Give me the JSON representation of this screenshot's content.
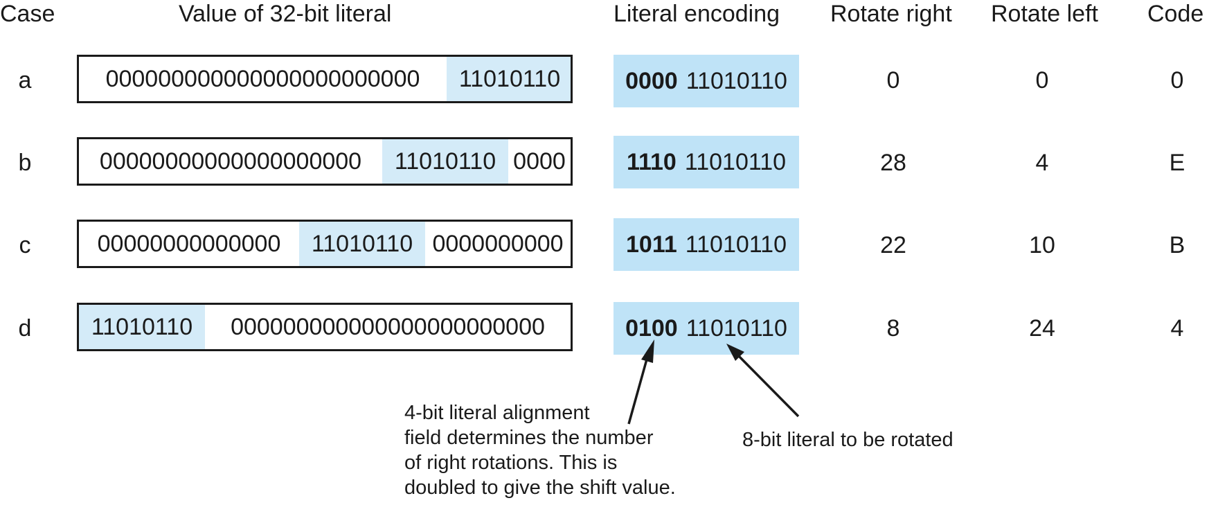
{
  "headers": {
    "case": "Case",
    "value": "Value of 32-bit literal",
    "encoding": "Literal encoding",
    "rotate_right": "Rotate right",
    "rotate_left": "Rotate left",
    "code": "Code"
  },
  "rows": [
    {
      "case": "a",
      "segments": [
        {
          "text": "000000000000000000000000",
          "highlight": false
        },
        {
          "text": "11010110",
          "highlight": true
        }
      ],
      "align_bits": "0000",
      "literal_bits": "11010110",
      "rotate_right": "0",
      "rotate_left": "0",
      "code": "0"
    },
    {
      "case": "b",
      "segments": [
        {
          "text": "00000000000000000000",
          "highlight": false
        },
        {
          "text": "11010110",
          "highlight": true
        },
        {
          "text": "0000",
          "highlight": false
        }
      ],
      "align_bits": "1110",
      "literal_bits": "11010110",
      "rotate_right": "28",
      "rotate_left": "4",
      "code": "E"
    },
    {
      "case": "c",
      "segments": [
        {
          "text": "00000000000000",
          "highlight": false
        },
        {
          "text": "11010110",
          "highlight": true
        },
        {
          "text": "0000000000",
          "highlight": false
        }
      ],
      "align_bits": "1011",
      "literal_bits": "11010110",
      "rotate_right": "22",
      "rotate_left": "10",
      "code": "B"
    },
    {
      "case": "d",
      "segments": [
        {
          "text": "11010110",
          "highlight": true
        },
        {
          "text": "000000000000000000000000",
          "highlight": false
        }
      ],
      "align_bits": "0100",
      "literal_bits": "11010110",
      "rotate_right": "8",
      "rotate_left": "24",
      "code": "4"
    }
  ],
  "annotations": {
    "alignment_note": [
      "4-bit literal  alignment",
      "field determines the number",
      "of right rotations. This is",
      "doubled to give the shift value."
    ],
    "literal_note": "8-bit literal to be rotated"
  },
  "colors": {
    "box_highlight": "#d4ebf8",
    "encoding_fill": "#bfe3f7",
    "ink": "#1a1a1a"
  }
}
